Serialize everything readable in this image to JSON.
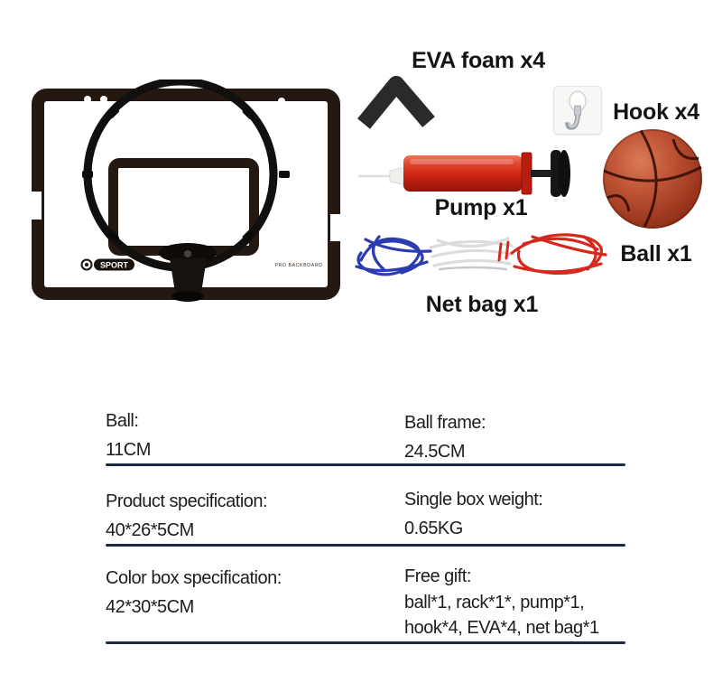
{
  "backboard": {
    "logo_text": "SPORT",
    "print_text": "PRO BACKBOARD"
  },
  "labels": {
    "eva_foam": "EVA foam x4",
    "hook": "Hook x4",
    "pump": "Pump x1",
    "ball": "Ball x1",
    "net_bag": "Net bag x1"
  },
  "specs": {
    "rows": [
      {
        "left_label": "Ball:",
        "left_value": "11CM",
        "right_label": "Ball frame:",
        "right_value": "24.5CM"
      },
      {
        "left_label": "Product specification:",
        "left_value": "40*26*5CM",
        "right_label": "Single box weight:",
        "right_value": "0.65KG"
      },
      {
        "left_label": "Color box specification:",
        "left_value": "42*30*5CM",
        "right_label": "Free gift:",
        "right_value": "ball*1, rack*1*, pump*1,",
        "right_value2": "hook*4, EVA*4, net bag*1"
      }
    ]
  },
  "colors": {
    "divider": "#1c2a45",
    "backboard_frame": "#241812",
    "pump_red": "#d23018",
    "ball_red_brown": "#b04226",
    "net_blue": "#2b3cae",
    "net_red": "#d6291e",
    "text": "#1d1d1d"
  }
}
